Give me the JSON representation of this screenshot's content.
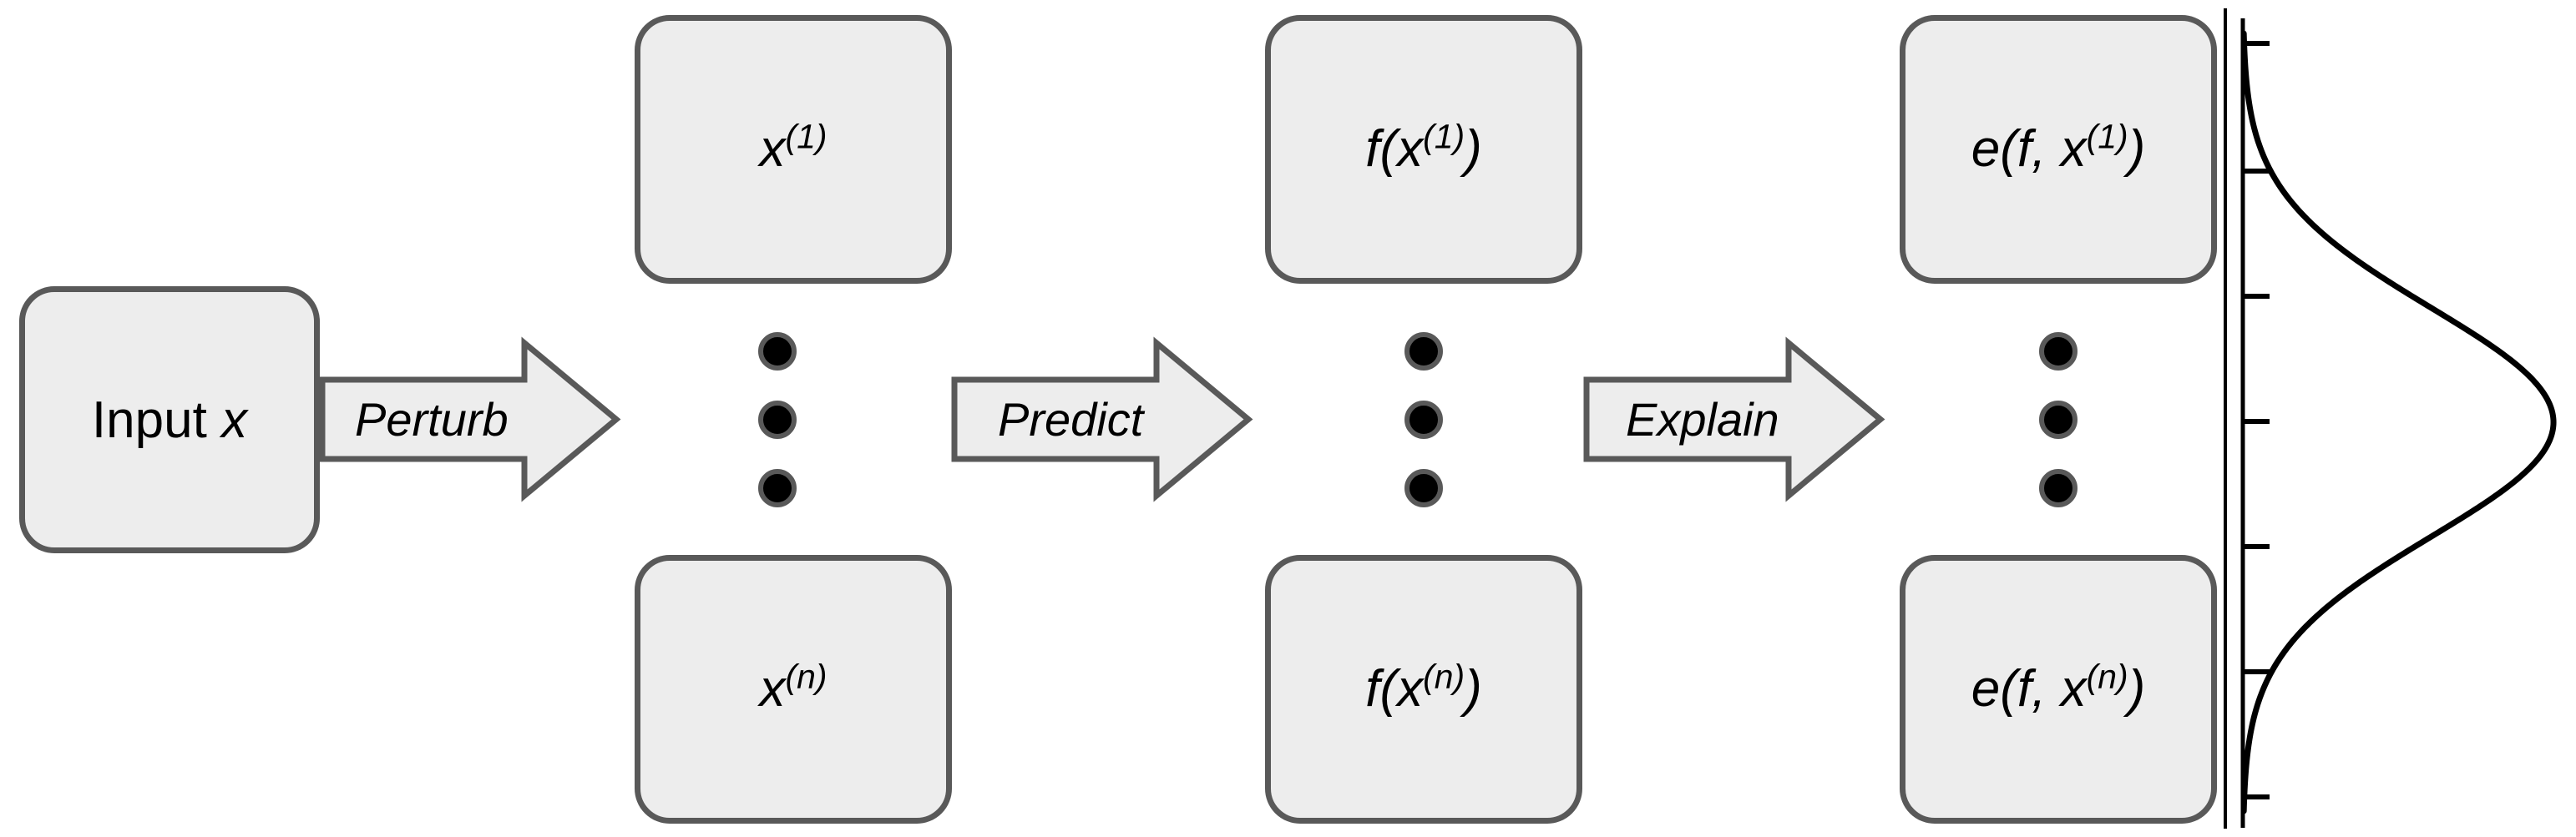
{
  "diagram": {
    "title": "Perturb / Predict / Explain pipeline with output distribution",
    "input_node": {
      "prefix": "Input",
      "variable": "x"
    },
    "arrows": [
      {
        "id": "perturb",
        "label": "Perturb"
      },
      {
        "id": "predict",
        "label": "Predict"
      },
      {
        "id": "explain",
        "label": "Explain"
      }
    ],
    "columns": [
      {
        "id": "perturbations",
        "top": {
          "base": "x",
          "sup": "(1)",
          "text": "x(1)"
        },
        "bottom": {
          "base": "x",
          "sup": "(n)",
          "text": "x(n)"
        }
      },
      {
        "id": "predictions",
        "top": {
          "prefix": "f(",
          "base": "x",
          "sup": "(1)",
          "suffix": ")",
          "text": "f(x(1))"
        },
        "bottom": {
          "prefix": "f(",
          "base": "x",
          "sup": "(n)",
          "suffix": ")",
          "text": "f(x(n))"
        }
      },
      {
        "id": "explanations",
        "top": {
          "prefix": "e(f, ",
          "base": "x",
          "sup": "(1)",
          "suffix": ")",
          "text": "e(f, x(1))"
        },
        "bottom": {
          "prefix": "e(f, ",
          "base": "x",
          "sup": "(n)",
          "suffix": ")",
          "text": "e(f, x(n))"
        }
      }
    ],
    "ellipsis": {
      "dot_count": 3,
      "meaning": "vertical-ellipsis"
    },
    "distribution": {
      "type": "normal-density",
      "orientation": "vertical-axis-horizontal-density",
      "tick_count": 7,
      "axis_color": "#000000",
      "curve_color": "#000000"
    },
    "colors": {
      "box_fill": "#ededed",
      "box_stroke": "#595959",
      "arrow_fill": "#ededed",
      "arrow_stroke": "#595959",
      "dot_fill": "#000000",
      "dot_stroke": "#595959",
      "text": "#000000",
      "background": "#ffffff"
    }
  },
  "chart_data": {
    "type": "line",
    "title": "",
    "xlabel": "",
    "ylabel": "",
    "orientation": "horizontal-density",
    "distribution": "normal",
    "mean": 0,
    "sigma": 1,
    "y_ticks": [
      3,
      2,
      1,
      0,
      -1,
      -2,
      -3
    ],
    "x": [
      -3.2,
      -3.0,
      -2.75,
      -2.5,
      -2.25,
      -2.0,
      -1.75,
      -1.5,
      -1.25,
      -1.0,
      -0.75,
      -0.5,
      -0.25,
      0,
      0.25,
      0.5,
      0.75,
      1.0,
      1.25,
      1.5,
      1.75,
      2.0,
      2.25,
      2.5,
      2.75,
      3.0,
      3.2
    ],
    "density": [
      0.0024,
      0.0044,
      0.0091,
      0.0175,
      0.0317,
      0.054,
      0.0863,
      0.1295,
      0.1826,
      0.242,
      0.3011,
      0.3521,
      0.3867,
      0.3989,
      0.3867,
      0.3521,
      0.3011,
      0.242,
      0.1826,
      0.1295,
      0.0863,
      0.054,
      0.0317,
      0.0175,
      0.0091,
      0.0044,
      0.0024
    ],
    "xlim": [
      -3.4,
      3.4
    ],
    "grid": false,
    "legend": null
  }
}
